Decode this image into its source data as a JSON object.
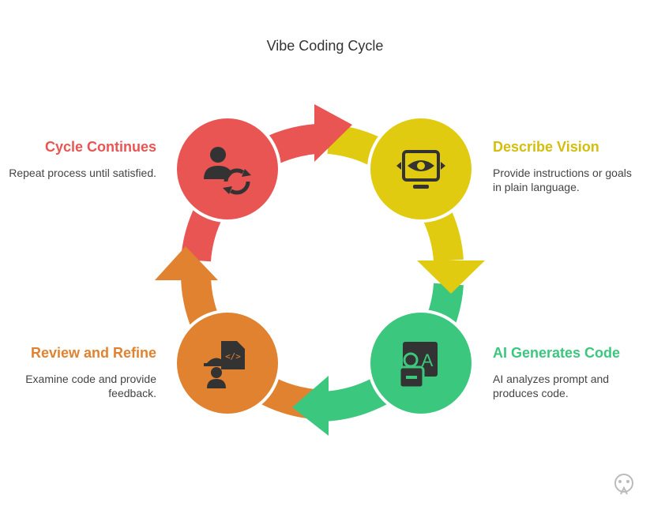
{
  "title": "Vibe Coding Cycle",
  "colors": {
    "red": "#E85553",
    "yellow": "#E0CB10",
    "green": "#3CC77E",
    "orange": "#E0822F"
  },
  "steps": [
    {
      "title": "Describe Vision",
      "description": "Provide instructions or goals in plain language.",
      "icon": "eye-screen-icon",
      "color": "#E0CB10"
    },
    {
      "title": "AI Generates Code",
      "description": "AI analyzes prompt and produces code.",
      "icon": "robot-letter-icon",
      "color": "#3CC77E"
    },
    {
      "title": "Review and Refine",
      "description": "Examine code and provide feedback.",
      "icon": "engineer-code-icon",
      "color": "#E0822F"
    },
    {
      "title": "Cycle Continues",
      "description": "Repeat process until satisfied.",
      "icon": "user-refresh-icon",
      "color": "#E85553"
    }
  ]
}
